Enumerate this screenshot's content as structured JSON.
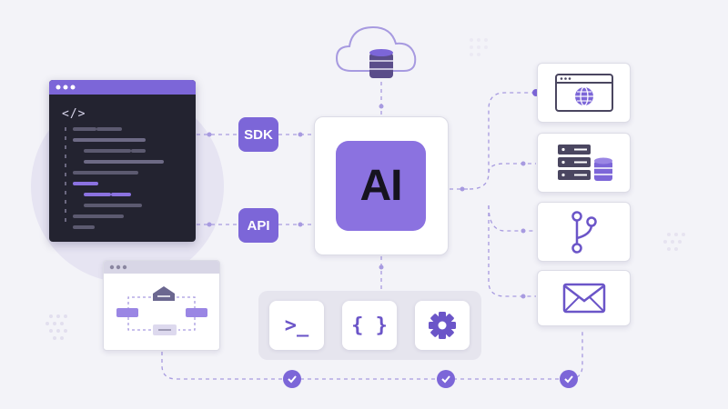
{
  "ai_block": {
    "label": "AI"
  },
  "connectors": {
    "sdk_label": "SDK",
    "api_label": "API"
  },
  "code_editor": {
    "tag": "</>"
  },
  "tools": {
    "terminal_glyph": ">_",
    "json_glyph": "{ }"
  },
  "colors": {
    "accent": "#7c66d8",
    "accent_light": "#8b72e0",
    "editor_bg": "#232330",
    "background": "#f3f3f8",
    "connector_line": "#a79ae0"
  }
}
